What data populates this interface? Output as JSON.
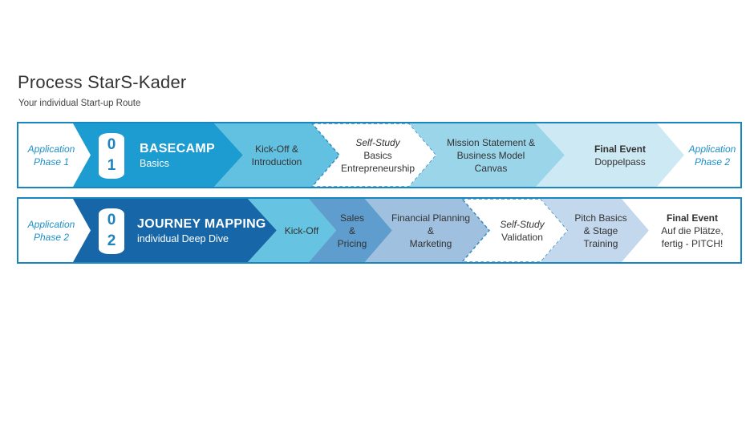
{
  "header": {
    "title": "Process StarS-Kader",
    "subtitle": "Your individual Start-up Route"
  },
  "rows": [
    {
      "entry": [
        "Application",
        "Phase 1"
      ],
      "number": [
        "0",
        "1"
      ],
      "name": "BASECAMP",
      "sub": "Basics",
      "steps": [
        {
          "lines": [
            "Kick-Off &",
            "Introduction"
          ]
        },
        {
          "italic": "Self-Study",
          "lines": [
            "Basics",
            "Entrepreneurship"
          ]
        },
        {
          "lines": [
            "Mission Statement &",
            "Business Model",
            "Canvas"
          ]
        },
        {
          "bold": "Final Event",
          "lines": [
            "Doppelpass"
          ]
        }
      ],
      "exit": [
        "Application",
        "Phase 2"
      ]
    },
    {
      "entry": [
        "Application",
        "Phase 2"
      ],
      "number": [
        "0",
        "2"
      ],
      "name": "JOURNEY MAPPING",
      "sub": "individual Deep Dive",
      "steps": [
        {
          "lines": [
            "Kick-Off"
          ]
        },
        {
          "lines": [
            "Sales",
            "&",
            "Pricing"
          ]
        },
        {
          "lines": [
            "Financial Planning",
            "&",
            "Marketing"
          ]
        },
        {
          "italic": "Self-Study",
          "lines": [
            "Validation"
          ]
        },
        {
          "lines": [
            "Pitch Basics",
            "& Stage",
            "Training"
          ]
        },
        {
          "bold": "Final Event",
          "lines": [
            "Auf die Plätze,",
            "fertig - PITCH!"
          ]
        }
      ]
    }
  ],
  "colors": {
    "border": "#1a86c0",
    "application_text": "#1e8fc6",
    "row1_main": "#1c9cd1",
    "row2_main": "#1767a8",
    "row1_kickoff": "#62c1e0",
    "row1_mission": "#9ad5ea",
    "row1_final": "#cde9f4",
    "row2_kickoff": "#66c3e1",
    "row2_sales": "#5e9dcd",
    "row2_financial": "#9fc0de",
    "row2_pitch": "#c3d8ec",
    "self_study_dash": "#3a8cc4"
  }
}
